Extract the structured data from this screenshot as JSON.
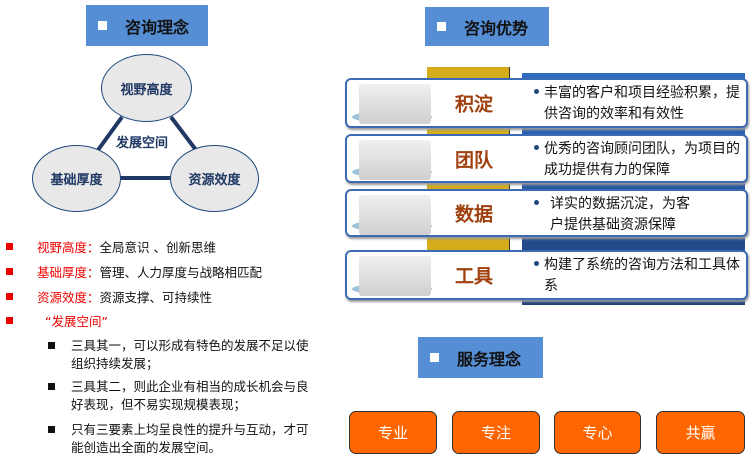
{
  "headers": {
    "philosophy": "咨询理念",
    "advantages": "咨询优势",
    "service": "服务理念"
  },
  "diagram": {
    "top": "视野高度",
    "left": "基础厚度",
    "right": "资源效度",
    "center": "发展空间"
  },
  "bullets": [
    {
      "label": "视野高度：",
      "text": "全局意识 、创新思维"
    },
    {
      "label": "基础厚度：",
      "text": "管理、人力厚度与战略相匹配"
    },
    {
      "label": "资源效度：",
      "text": "资源支撑、可持续性"
    },
    {
      "label": "“发展空间”",
      "text": ""
    }
  ],
  "sub_bullets": [
    "三具其一，可以形成有特色的发展不足以使组织持续发展；",
    "三具其二，则此企业有相当的成长机会与良好表现，但不易实现规模表现；",
    "只有三要素上均呈良性的提升与互动，才可能创造出全面的发展空间。"
  ],
  "advantages": [
    {
      "keyword": "积淀",
      "desc": "丰富的客户和项目经验积累，提供咨询的效率和有效性"
    },
    {
      "keyword": "团队",
      "desc": "优秀的咨询顾问团队，为项目的成功提供有力的保障"
    },
    {
      "keyword": "数据",
      "desc": "详实的数据沉淀，为客户提供基础资源保障"
    },
    {
      "keyword": "工具",
      "desc": "构建了系统的咨询方法和工具体系"
    }
  ],
  "service_buttons": [
    "专业",
    "专注",
    "专心",
    "共赢"
  ]
}
